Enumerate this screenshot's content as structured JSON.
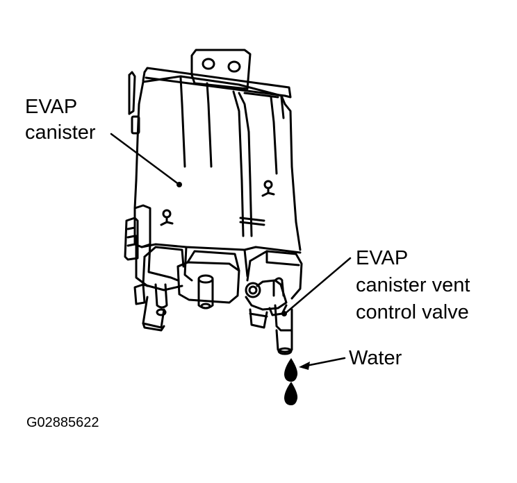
{
  "labels": {
    "canister_line1": "EVAP",
    "canister_line2": "canister",
    "valve_line1": "EVAP",
    "valve_line2": "canister vent",
    "valve_line3": "control valve",
    "water": "Water"
  },
  "figure_code": "G02885622",
  "colors": {
    "ink": "#000000",
    "background": "#ffffff"
  }
}
